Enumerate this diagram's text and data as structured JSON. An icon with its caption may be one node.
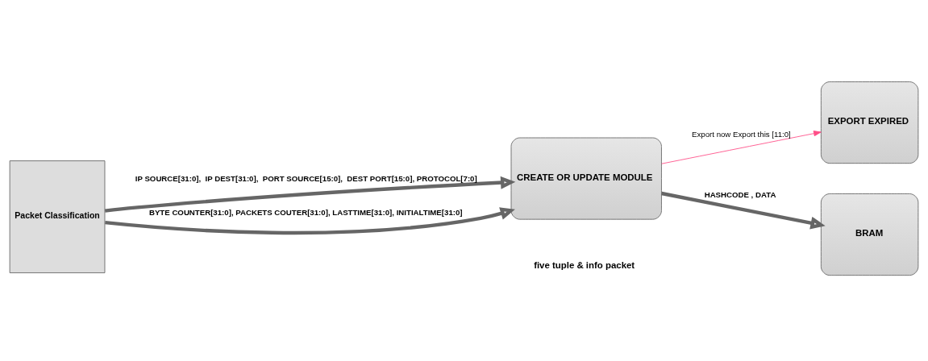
{
  "diagram": {
    "nodes": [
      {
        "text": [
          "Packet Classification"
        ]
      },
      {
        "text": [
          "CREATE OR UPDATE MODULE"
        ]
      },
      {
        "text": [
          "EXPORT EXPIRED"
        ]
      },
      {
        "text": [
          "BRAM"
        ]
      }
    ],
    "edges": [
      {
        "from": 0,
        "to": 1,
        "arrow": "to",
        "label": "IP SOURCE[31:0],  IP DEST[31:0],  PORT SOURCE[15:0],  DEST PORT[15:0], PROTOCOL[7:0]"
      },
      {
        "from": 0,
        "to": 1,
        "arrow": "to",
        "label": "BYTE COUNTER[31:0], PACKETS COUTER[31:0], LASTTIME[31:0], INITIALTIME[31:0]"
      },
      {
        "from": 1,
        "to": 2,
        "arrow": "to",
        "label": "Export now Export this [11:0]",
        "color": "#ff4f88"
      },
      {
        "from": 1,
        "to": 3,
        "arrow": "to",
        "label": "HASHCODE , DATA"
      }
    ],
    "labels": [
      "five tuple & info packet"
    ]
  }
}
